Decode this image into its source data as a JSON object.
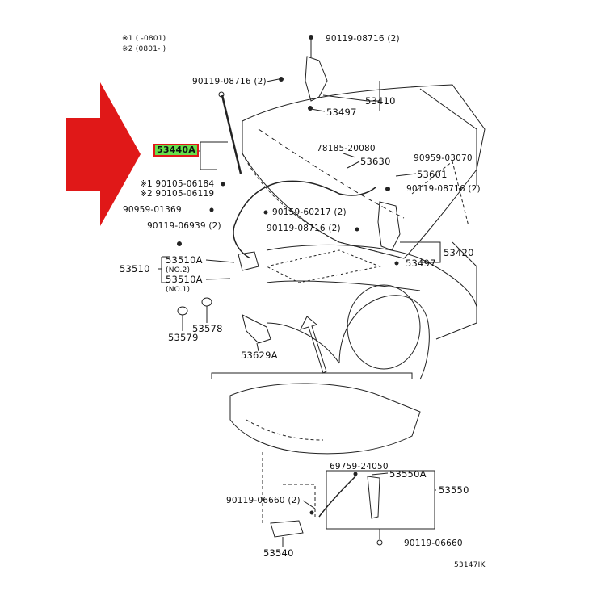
{
  "notes": {
    "note1": "※1 (    -0801)",
    "note2": "※2 (0801-     )"
  },
  "colors": {
    "pointer_arrow": "#e01818",
    "highlight_fill": "#66e04a",
    "highlight_border": "#e01818",
    "line": "#222222"
  },
  "labels": {
    "p90119_08716_top": "90119-08716 (2)",
    "p90119_08716_left": "90119-08716 (2)",
    "p53410": "53410",
    "p53497_top": "53497",
    "p53440a": "53440A",
    "p78185_20080": "78185-20080",
    "p90959_03070": "90959-03070",
    "p53630": "53630",
    "p53601": "53601",
    "p90119_08716_right": "90119-08716 (2)",
    "p90105_06184": "※1 90105-06184",
    "p90105_06119": "※2 90105-06119",
    "p90959_01369": "90959-01369",
    "p90159_60217": "90159-60217 (2)",
    "p90119_06939": "90119-06939 (2)",
    "p90119_08716_mid": "90119-08716 (2)",
    "p53510a_no2": "53510A",
    "no2": "(NO.2)",
    "p53510": "53510",
    "p53510a_no1": "53510A",
    "no1": "(NO.1)",
    "p53420": "53420",
    "p53497_mid": "53497",
    "p53579": "53579",
    "p53578": "53578",
    "p53629a": "53629A",
    "p69759_24050": "69759-24050",
    "p53550a": "53550A",
    "p53550": "53550",
    "p90119_06660_left": "90119-06660 (2)",
    "p90119_06660_right": "90119-06660",
    "p53540": "53540",
    "figure_code": "53147IK"
  }
}
